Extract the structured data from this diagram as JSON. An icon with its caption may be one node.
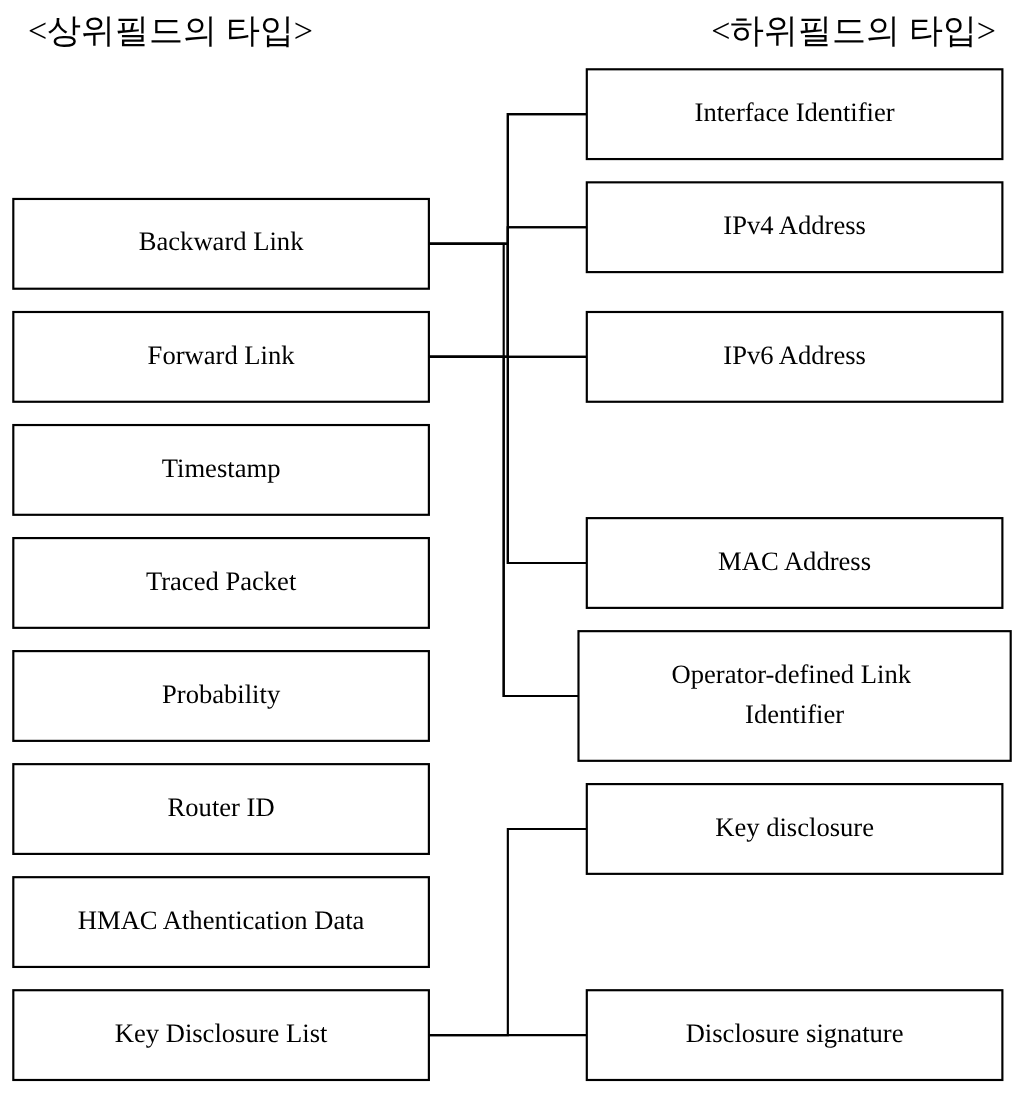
{
  "diagram": {
    "nodes": [
      {
        "text": [
          "Backward Link"
        ]
      },
      {
        "text": [
          "Forward Link"
        ]
      },
      {
        "text": [
          "Timestamp"
        ]
      },
      {
        "text": [
          "Traced Packet"
        ]
      },
      {
        "text": [
          "Probability"
        ]
      },
      {
        "text": [
          "Router ID"
        ]
      },
      {
        "text": [
          "HMAC Athentication Data"
        ]
      },
      {
        "text": [
          "Key Disclosure List"
        ]
      },
      {
        "text": [
          "Interface Identifier"
        ]
      },
      {
        "text": [
          "IPv4 Address"
        ]
      },
      {
        "text": [
          "IPv6 Address"
        ]
      },
      {
        "text": [
          "MAC Address"
        ]
      },
      {
        "text": [
          "Operator-defined Link Identifier"
        ]
      },
      {
        "text": [
          "Key disclosure"
        ]
      },
      {
        "text": [
          "Disclosure signature"
        ]
      }
    ],
    "edges": [
      {
        "from": 0,
        "to": 8,
        "arrow": "none"
      },
      {
        "from": 0,
        "to": 9,
        "arrow": "none"
      },
      {
        "from": 0,
        "to": 10,
        "arrow": "none"
      },
      {
        "from": 0,
        "to": 11,
        "arrow": "none"
      },
      {
        "from": 0,
        "to": 12,
        "arrow": "none"
      },
      {
        "from": 1,
        "to": 8,
        "arrow": "none"
      },
      {
        "from": 1,
        "to": 9,
        "arrow": "none"
      },
      {
        "from": 1,
        "to": 10,
        "arrow": "none"
      },
      {
        "from": 1,
        "to": 11,
        "arrow": "none"
      },
      {
        "from": 1,
        "to": 12,
        "arrow": "none"
      },
      {
        "from": 7,
        "to": 13,
        "arrow": "none"
      },
      {
        "from": 7,
        "to": 14,
        "arrow": "none"
      }
    ],
    "labels": [
      "<상위필드의 타입>",
      "<하위필드의 타입>"
    ]
  }
}
